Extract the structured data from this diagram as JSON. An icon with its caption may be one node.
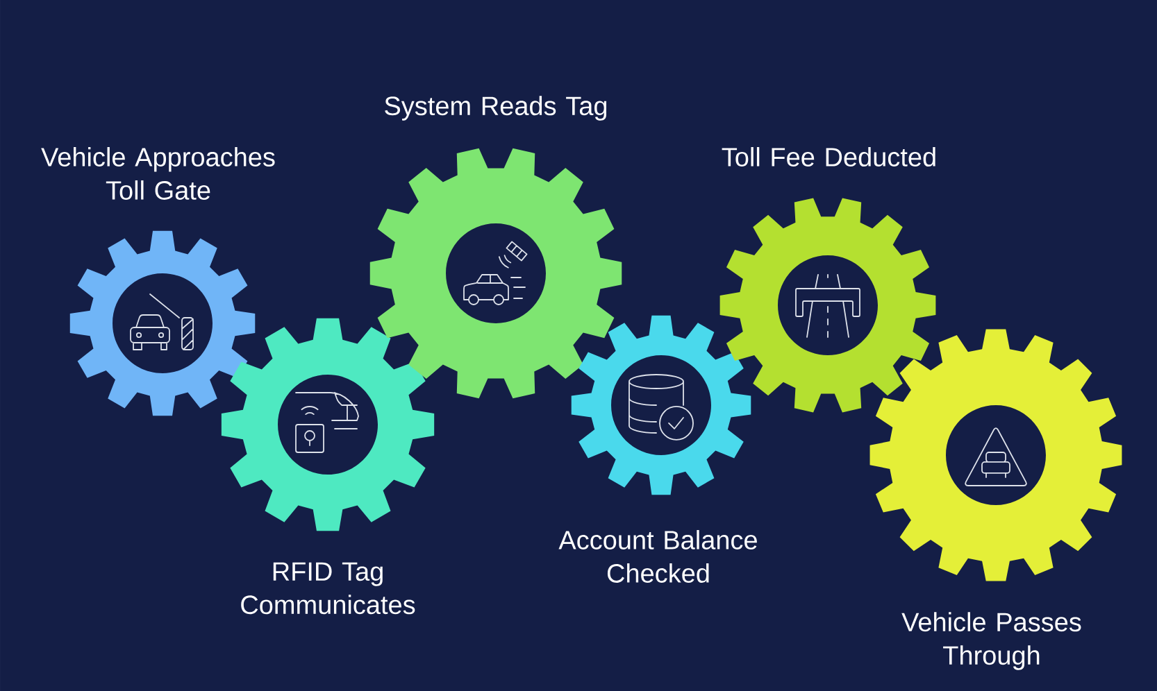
{
  "diagram": {
    "nodes": [
      {
        "text": [
          "Vehicle Approaches Toll Gate"
        ]
      },
      {
        "text": [
          "RFID Tag Communicates"
        ]
      },
      {
        "text": [
          "System Reads Tag"
        ]
      },
      {
        "text": [
          "Account Balance Checked"
        ]
      },
      {
        "text": [
          "Toll Fee Deducted"
        ]
      },
      {
        "text": [
          "Vehicle Passes Through"
        ]
      }
    ]
  }
}
